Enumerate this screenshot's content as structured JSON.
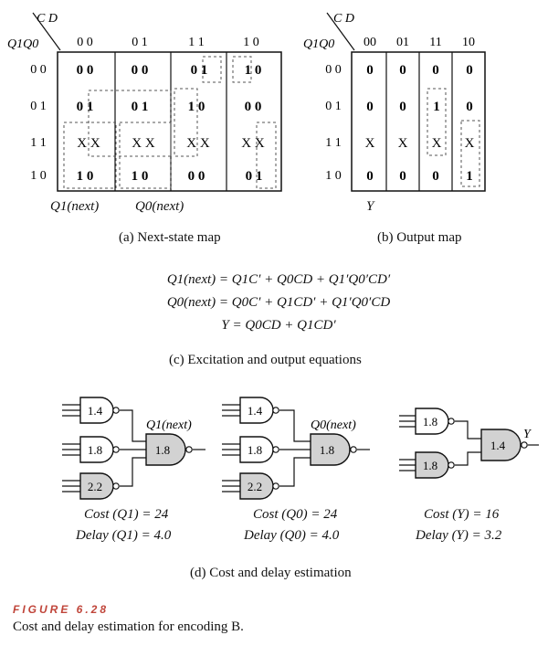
{
  "kmap_next_state": {
    "corner_cd": "C D",
    "corner_q": "Q1Q0",
    "col_headers": [
      "0 0",
      "0 1",
      "1 1",
      "1 0"
    ],
    "row_headers": [
      "0 0",
      "0 1",
      "1 1",
      "1 0"
    ],
    "cells": [
      [
        "0 0",
        "0 0",
        "0 1",
        "1 0"
      ],
      [
        "0 1",
        "0 1",
        "1 0",
        "0 0"
      ],
      [
        "X X",
        "X X",
        "X X",
        "X X"
      ],
      [
        "1 0",
        "1 0",
        "0 0",
        "0 1"
      ]
    ],
    "bottom_label_1": "Q1(next)",
    "bottom_label_2": "Q0(next)",
    "caption": "(a) Next-state map"
  },
  "kmap_output": {
    "corner_cd": "C D",
    "corner_q": "Q1Q0",
    "col_headers": [
      "00",
      "01",
      "11",
      "10"
    ],
    "row_headers": [
      "0 0",
      "0 1",
      "1 1",
      "1 0"
    ],
    "cells": [
      [
        "0",
        "0",
        "0",
        "0"
      ],
      [
        "0",
        "0",
        "1",
        "0"
      ],
      [
        "X",
        "X",
        "X",
        "X"
      ],
      [
        "0",
        "0",
        "0",
        "1"
      ]
    ],
    "bottom_label": "Y",
    "caption": "(b) Output map"
  },
  "equations": {
    "eq1": "Q1(next) = Q1C′ + Q0CD + Q1′Q0′CD′",
    "eq2": "Q0(next) = Q0C′ + Q1CD′ + Q1′Q0′CD",
    "eq3": "Y = Q0CD + Q1CD′",
    "caption": "(c) Excitation and output equations"
  },
  "circuits": {
    "q1": {
      "input_gates": [
        "1.4",
        "1.8",
        "2.2"
      ],
      "output_gate": "1.8",
      "output_label": "Q1(next)",
      "cost": "Cost (Q1) = 24",
      "delay": "Delay (Q1) = 4.0"
    },
    "q0": {
      "input_gates": [
        "1.4",
        "1.8",
        "2.2"
      ],
      "output_gate": "1.8",
      "output_label": "Q0(next)",
      "cost": "Cost (Q0) = 24",
      "delay": "Delay (Q0) = 4.0"
    },
    "y": {
      "input_gates": [
        "1.8",
        "1.8"
      ],
      "output_gate": "1.4",
      "output_label": "Y",
      "cost": "Cost (Y) = 16",
      "delay": "Delay (Y) = 3.2"
    },
    "caption": "(d) Cost and delay estimation"
  },
  "figure": {
    "label": "FIGURE 6.28",
    "caption": "Cost and delay estimation for encoding B."
  },
  "colors": {
    "gate_fill": "#d2d2d2",
    "figure_label": "#c0453a"
  }
}
